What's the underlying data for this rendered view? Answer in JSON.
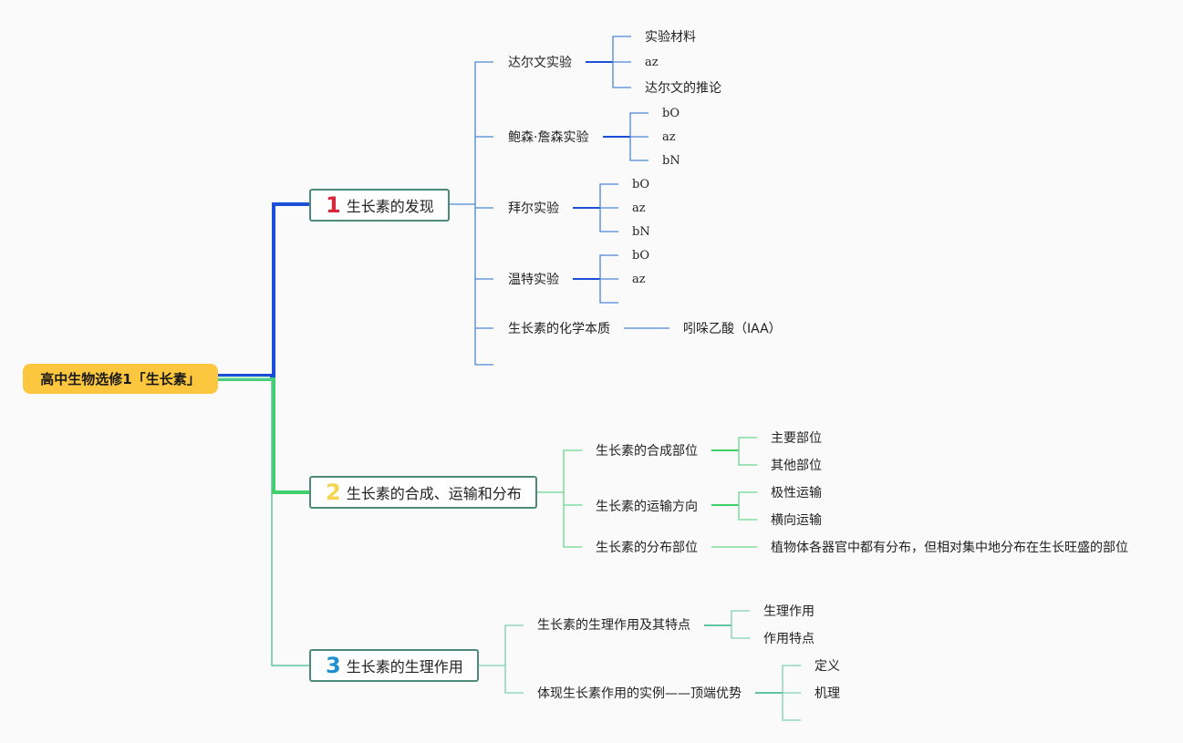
{
  "root": {
    "label": "高中生物选修1「生长素」"
  },
  "colors": {
    "root": "#fcc63f",
    "b1": "#1c4fd8",
    "b2": "#3fcf6b",
    "b3": "#5fc5a0",
    "num1": "#d8263a",
    "num2": "#f5d44e",
    "num3": "#1f8fd0"
  },
  "branches": [
    {
      "num": "1",
      "label": "生长素的发现",
      "children": [
        {
          "label": "达尔文实验",
          "children": [
            "实验材料",
            "az",
            "达尔文的推论"
          ]
        },
        {
          "label": "鲍森·詹森实验",
          "children": [
            "bO",
            "az",
            "bN"
          ]
        },
        {
          "label": "拜尔实验",
          "children": [
            "bO",
            "az",
            "bN"
          ]
        },
        {
          "label": "温特实验",
          "children": [
            "bO",
            "az"
          ]
        },
        {
          "label": "生长素的化学本质",
          "children": [
            "吲哚乙酸（IAA）"
          ]
        }
      ]
    },
    {
      "num": "2",
      "label": "生长素的合成、运输和分布",
      "children": [
        {
          "label": "生长素的合成部位",
          "children": [
            "主要部位",
            "其他部位"
          ]
        },
        {
          "label": "生长素的运输方向",
          "children": [
            "极性运输",
            "横向运输"
          ]
        },
        {
          "label": "生长素的分布部位",
          "children": [
            "植物体各器官中都有分布，但相对集中地分布在生长旺盛的部位"
          ]
        }
      ]
    },
    {
      "num": "3",
      "label": "生长素的生理作用",
      "children": [
        {
          "label": "生长素的生理作用及其特点",
          "children": [
            "生理作用",
            "作用特点"
          ]
        },
        {
          "label": "体现生长素作用的实例——顶端优势",
          "children": [
            "定义",
            "机理"
          ]
        }
      ]
    }
  ]
}
